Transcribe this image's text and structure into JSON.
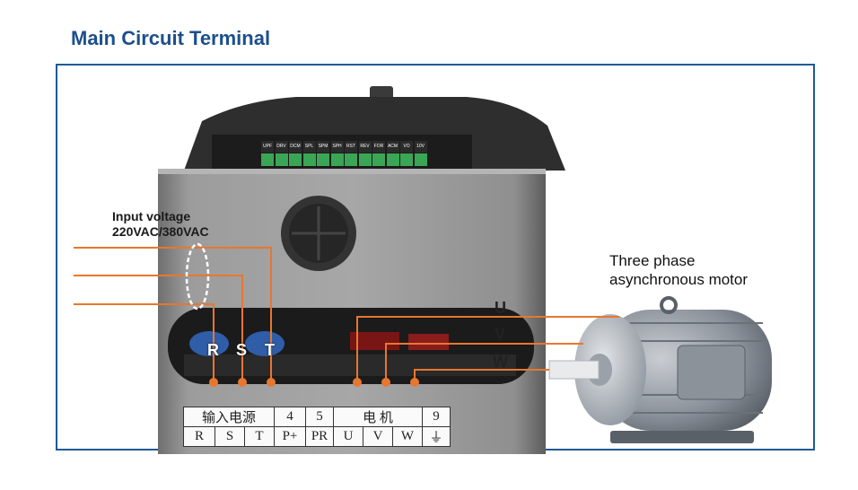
{
  "title": "Main Circuit Terminal",
  "input_voltage": {
    "line1": "Input voltage",
    "line2": "220VAC/380VAC"
  },
  "motor_label": {
    "line1": "Three phase",
    "line2": "asynchronous motor"
  },
  "input_terminals": [
    "R",
    "S",
    "T"
  ],
  "output_terminals": [
    "U",
    "V",
    "W"
  ],
  "control_terminals": [
    "UPF",
    "DRV",
    "DCM",
    "SPL",
    "SPM",
    "SPH",
    "RST",
    "REV",
    "FOR",
    "ACM",
    "VO",
    "10V"
  ],
  "nameplate": {
    "row1": [
      "输入电源",
      "4",
      "5",
      "电 机",
      "9"
    ],
    "row2": [
      "R",
      "S",
      "T",
      "P+",
      "PR",
      "U",
      "V",
      "W",
      "⏚"
    ]
  },
  "colors": {
    "title": "#1d4f8c",
    "frame": "#1f5a96",
    "wire": "#e8772e",
    "terminal_dot": "#e8772e"
  }
}
